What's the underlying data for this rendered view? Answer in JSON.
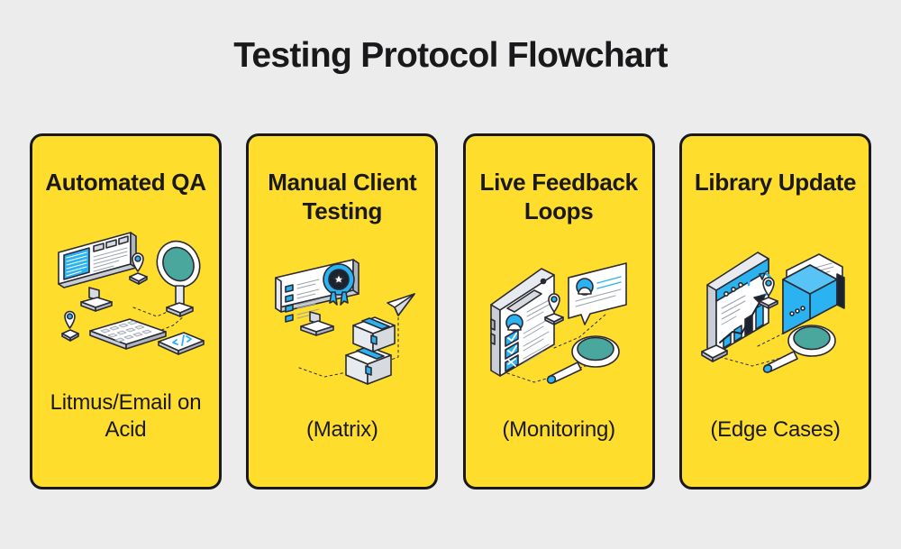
{
  "page": {
    "title": "Testing Protocol Flowchart",
    "background_color": "#ececec",
    "title_color": "#19191b"
  },
  "theme": {
    "card_fill": "#ffdd2d",
    "card_border": "#19191b",
    "accent_blue": "#2bb2f0",
    "accent_blue_dark": "#0a8fd4",
    "lens_teal": "#4aa79e",
    "line_dark": "#2a2a33",
    "surface_light": "#ffffff",
    "surface_gray": "#d7dbe0"
  },
  "cards": [
    {
      "title": "Automated QA",
      "caption": "Litmus/Email on Acid",
      "illustration": "desktop-monitor-keyboard-magnifier-code-tablet",
      "illustration_parts": [
        "monitor-screen",
        "keyboard",
        "magnifying-glass-on-stand",
        "code-tablet",
        "location-pin",
        "dotted-connector"
      ]
    },
    {
      "title": "Manual Client Testing",
      "caption": "(Matrix)",
      "illustration": "checklist-monitor-award-badge-boxes-paper-plane",
      "illustration_parts": [
        "checklist-monitor",
        "award-badge-ribbon",
        "stacked-boxes",
        "paper-plane",
        "dotted-connector"
      ]
    },
    {
      "title": "Live Feedback Loops",
      "caption": "(Monitoring)",
      "illustration": "smartphone-feedback-speech-bubble-magnifier",
      "illustration_parts": [
        "smartphone-profile-checklist",
        "speech-bubble-review",
        "magnifying-glass",
        "location-pin",
        "dotted-connector"
      ]
    },
    {
      "title": "Library Update",
      "caption": "(Edge Cases)",
      "illustration": "chart-board-folder-magnifier",
      "illustration_parts": [
        "growth-chart-board",
        "document-folder",
        "magnifying-glass",
        "location-pin",
        "dotted-connector"
      ]
    }
  ]
}
